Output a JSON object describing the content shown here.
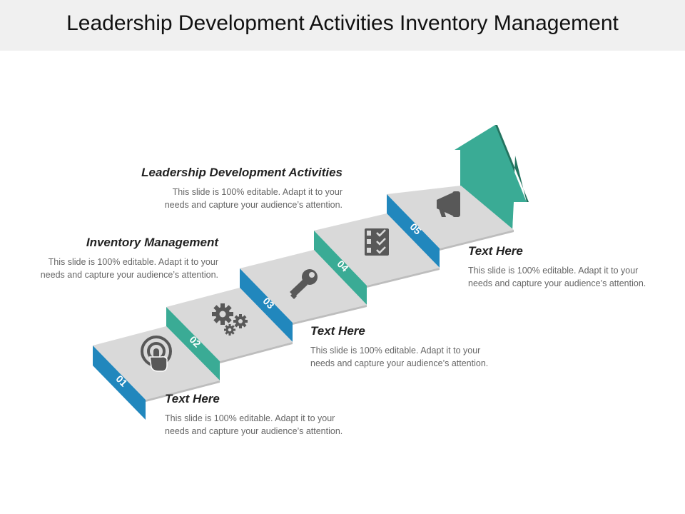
{
  "title": "Leadership Development Activities Inventory Management",
  "colors": {
    "blue": "#2187bd",
    "teal": "#3aab95",
    "tread": "#d9d9d9",
    "icon": "#585858",
    "title_bar": "#f0f0f0"
  },
  "steps": [
    {
      "number": "01",
      "icon": "touch-icon"
    },
    {
      "number": "02",
      "icon": "gears-icon"
    },
    {
      "number": "03",
      "icon": "key-icon"
    },
    {
      "number": "04",
      "icon": "checklist-icon"
    },
    {
      "number": "05",
      "icon": "megaphone-icon"
    }
  ],
  "text_blocks": [
    {
      "heading": "Leadership Development Activities",
      "body": "This slide is 100% editable. Adapt it to your needs and capture your audience’s attention."
    },
    {
      "heading": "Inventory Management",
      "body": "This slide is 100% editable. Adapt it to your needs and capture your audience’s attention."
    },
    {
      "heading": "Text Here",
      "body": "This slide is 100% editable. Adapt it to your needs and capture your audience’s attention."
    },
    {
      "heading": "Text Here",
      "body": "This slide is 100% editable. Adapt it to your needs and capture your audience’s attention."
    },
    {
      "heading": "Text Here",
      "body": "This slide is 100% editable. Adapt it to your needs and capture your audience’s attention."
    }
  ]
}
